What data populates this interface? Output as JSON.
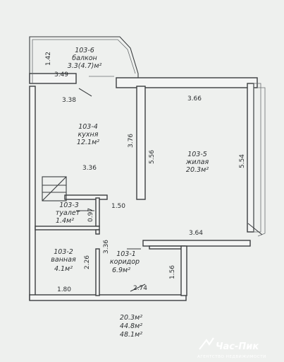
{
  "rooms": [
    {
      "code": "103-6",
      "name": "балкон",
      "area": "3.3(4.7)м²"
    },
    {
      "code": "103-4",
      "name": "кухня",
      "area": "12.1м²"
    },
    {
      "code": "103-5",
      "name": "жилая",
      "area": "20.3м²"
    },
    {
      "code": "103-3",
      "name": "туалет",
      "area": "1.4м²"
    },
    {
      "code": "103-2",
      "name": "ванная",
      "area": "4.1м²"
    },
    {
      "code": "103-1",
      "name": "коридор",
      "area": "6.9м²"
    }
  ],
  "dimensions": {
    "balcony_height": "1.42",
    "balcony_width": "3.49",
    "kitchen_top": "3.38",
    "living_top": "3.66",
    "kitchen_side": "3.76",
    "living_left": "5.56",
    "living_right": "5.54",
    "kitchen_bottom": "3.36",
    "wc_width": "1.50",
    "wc_height": "0.97",
    "living_bottom": "3.64",
    "corridor_side": "3.36",
    "bath_side": "2.26",
    "entry_side": "1.56",
    "bath_bottom": "1.80",
    "corridor_bottom": "2.74"
  },
  "totals": [
    "20.3м²",
    "44.8м²",
    "48.1м²"
  ],
  "brand": {
    "name": "Час-Пик",
    "tagline": "АГЕНТСТВО НЕДВИЖИМОСТИ"
  }
}
